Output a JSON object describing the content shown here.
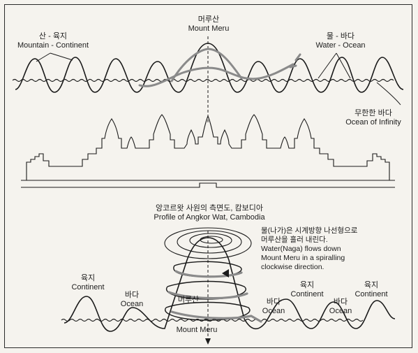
{
  "top": {
    "meru": {
      "ko": "머루산",
      "en": "Mount Meru"
    },
    "mountain": {
      "ko": "산 - 육지",
      "en": "Mountain - Continent"
    },
    "water": {
      "ko": "물 - 바다",
      "en": "Water - Ocean"
    },
    "infinity": {
      "ko": "무한한 바다",
      "en": "Ocean of Infinity"
    }
  },
  "temple": {
    "ko": "앙코르왓 사원의 측면도, 캄보디아",
    "en": "Profile of Angkor Wat, Cambodia"
  },
  "bottom": {
    "note_ko": [
      "물(나가)은 시계방향 나선형으로",
      "머루산을 흘러 내린다."
    ],
    "note_en": [
      "Water(Naga) flows down",
      "Mount Meru in a spiralling",
      "clockwise direction."
    ],
    "continent_left": {
      "ko": "육지",
      "en": "Continent"
    },
    "ocean_left": {
      "ko": "바다",
      "en": "Ocean"
    },
    "meru_ko": "머루산",
    "meru_en": "Mount Meru",
    "ocean_mid": {
      "ko": "바다",
      "en": "Ocean"
    },
    "continent_mid": {
      "ko": "육지",
      "en": "Continent"
    },
    "ocean_right": {
      "ko": "바다",
      "en": "Ocean"
    },
    "continent_right": {
      "ko": "육지",
      "en": "Continent"
    }
  },
  "colors": {
    "line": "#1a1a1a",
    "spiral_gray": "#8a8a8a",
    "paper": "#f5f3ee"
  }
}
